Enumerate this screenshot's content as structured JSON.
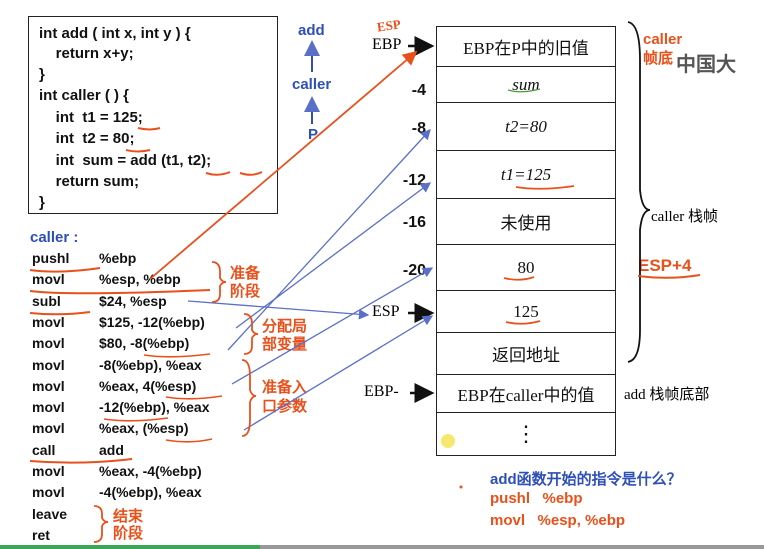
{
  "code": {
    "lines": [
      "int add ( int x, int y ) {",
      "    return x+y;",
      "}",
      "int caller ( ) {",
      "    int  t1 = 125;",
      "    int  t2 = 80;",
      "    int  sum = add (t1, t2);",
      "    return sum;",
      "}"
    ]
  },
  "call_chain": {
    "top": "add",
    "middle": "caller",
    "bottom": "P"
  },
  "asm": {
    "title": "caller :",
    "rows": [
      {
        "op": "pushl",
        "arg": "%ebp"
      },
      {
        "op": "movl",
        "arg": "%esp, %ebp"
      },
      {
        "op": "subl",
        "arg": "$24, %esp"
      },
      {
        "op": "movl",
        "arg": "$125, -12(%ebp)"
      },
      {
        "op": "movl",
        "arg": "$80, -8(%ebp)"
      },
      {
        "op": "movl",
        "arg": "-8(%ebp), %eax"
      },
      {
        "op": "movl",
        "arg": "%eax, 4(%esp)"
      },
      {
        "op": "movl",
        "arg": "-12(%ebp), %eax"
      },
      {
        "op": "movl",
        "arg": "%eax, (%esp)"
      },
      {
        "op": "call",
        "arg": "add"
      },
      {
        "op": "movl",
        "arg": "%eax, -4(%ebp)"
      },
      {
        "op": "movl",
        "arg": "-4(%ebp), %eax"
      },
      {
        "op": "leave",
        "arg": ""
      },
      {
        "op": "ret",
        "arg": ""
      }
    ],
    "braces": {
      "prepare": "准备\n阶段",
      "alloc": "分配局\n部变量",
      "args": "准备入\n口参数",
      "end": "结束\n阶段"
    }
  },
  "stack": {
    "cells": [
      {
        "text": "EBP在P中的旧值",
        "offset": ""
      },
      {
        "text": "sum",
        "offset": "-4"
      },
      {
        "text": "t2=80",
        "offset": "-8"
      },
      {
        "text": "t1=125",
        "offset": "-12"
      },
      {
        "text": "未使用",
        "offset": "-16"
      },
      {
        "text": "80",
        "offset": "-20"
      },
      {
        "text": "125",
        "offset": ""
      },
      {
        "text": "返回地址",
        "offset": ""
      },
      {
        "text": "EBP在caller中的值",
        "offset": ""
      },
      {
        "text": "⋮",
        "offset": ""
      }
    ],
    "ebp_label": "EBP",
    "esp_label": "ESP",
    "ebp_minus_label": "EBP-",
    "scribble": "ESP"
  },
  "right_notes": {
    "caller_bottom": "caller\n帧底",
    "caller_frame": "caller 栈帧",
    "esp_plus": "ESP+4",
    "add_bottom": "add 栈帧底部",
    "watermark": "中国大"
  },
  "question": {
    "text": "add函数开始的指令是什么？",
    "answer1": "pushl   %ebp",
    "answer2": "movl   %esp, %ebp"
  },
  "colors": {
    "accent_red": "#e8511c",
    "accent_blue": "#2e4fb8",
    "arrow_blue": "#5a6fc8"
  }
}
